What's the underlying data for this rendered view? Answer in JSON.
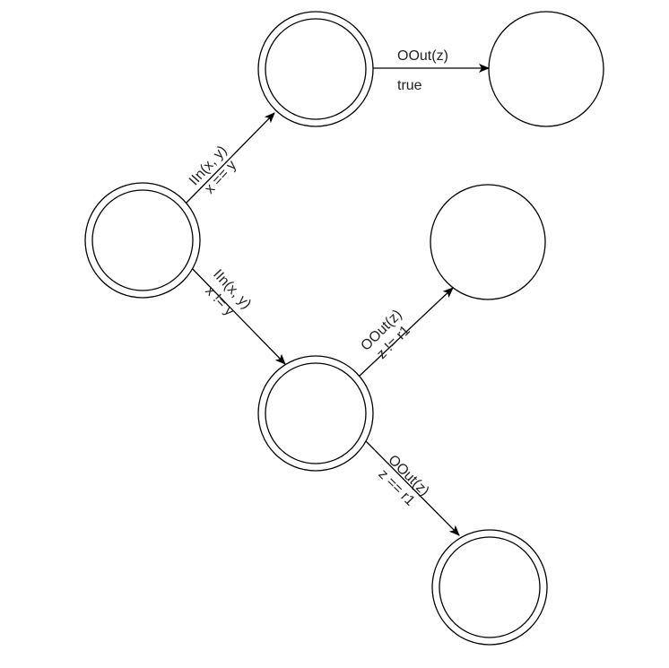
{
  "diagram": {
    "nodes": [
      {
        "id": "s0",
        "final": true
      },
      {
        "id": "s1",
        "final": true
      },
      {
        "id": "s2",
        "final": false
      },
      {
        "id": "s3",
        "final": false
      },
      {
        "id": "s4",
        "final": true
      },
      {
        "id": "s5",
        "final": true
      }
    ],
    "edges": [
      {
        "id": "e1",
        "from": "s0",
        "to": "s1",
        "action": "IIn(x, y)",
        "guard": "x == y"
      },
      {
        "id": "e2",
        "from": "s1",
        "to": "s2",
        "action": "OOut(z)",
        "guard": "true"
      },
      {
        "id": "e3",
        "from": "s0",
        "to": "s4",
        "action": "IIn(x, y)",
        "guard": "x != y"
      },
      {
        "id": "e4",
        "from": "s4",
        "to": "s3",
        "action": "OOut(z)",
        "guard": "z != r1"
      },
      {
        "id": "e5",
        "from": "s4",
        "to": "s5",
        "action": "OOut(z)",
        "guard": "z == r1"
      }
    ]
  },
  "colors": {
    "stroke": "#000000",
    "fill": "#ffffff",
    "label": "#222222"
  }
}
